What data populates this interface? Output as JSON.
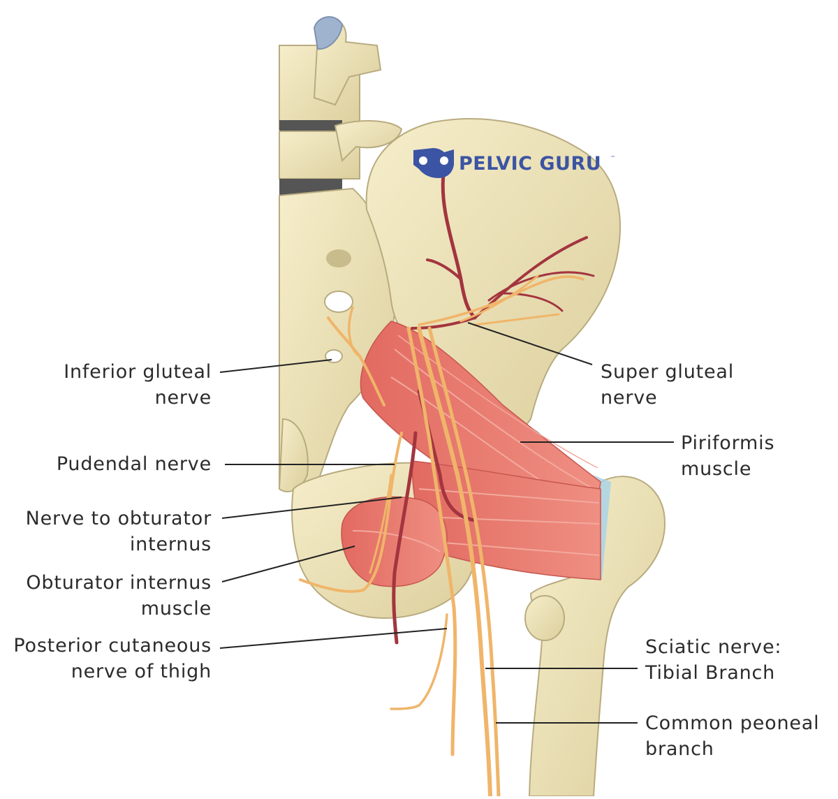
{
  "logo": {
    "text": "PELVIC GURU",
    "tm": "™",
    "color": "#3b54a3"
  },
  "labels": {
    "inferior_gluteal": [
      "Inferior gluteal",
      "nerve"
    ],
    "pudendal": [
      "Pudendal nerve"
    ],
    "nerve_obturator": [
      "Nerve to obturator",
      "internus"
    ],
    "obturator_muscle": [
      "Obturator internus",
      "muscle"
    ],
    "posterior_cutaneous": [
      "Posterior cutaneous",
      "nerve of thigh"
    ],
    "super_gluteal": [
      "Super gluteal",
      "nerve"
    ],
    "piriformis": [
      "Piriformis",
      "muscle"
    ],
    "sciatic_tibial": [
      "Sciatic nerve:",
      "Tibial Branch"
    ],
    "common_peroneal": [
      "Common peoneal",
      "branch"
    ]
  },
  "colors": {
    "bone": "#ede2b6",
    "bone_outline": "#b8ab7f",
    "muscle": "#e8776c",
    "nerve": "#f0b56a",
    "artery": "#a3353f",
    "cartilage": "#a9d3e8",
    "disc": "#505050"
  }
}
